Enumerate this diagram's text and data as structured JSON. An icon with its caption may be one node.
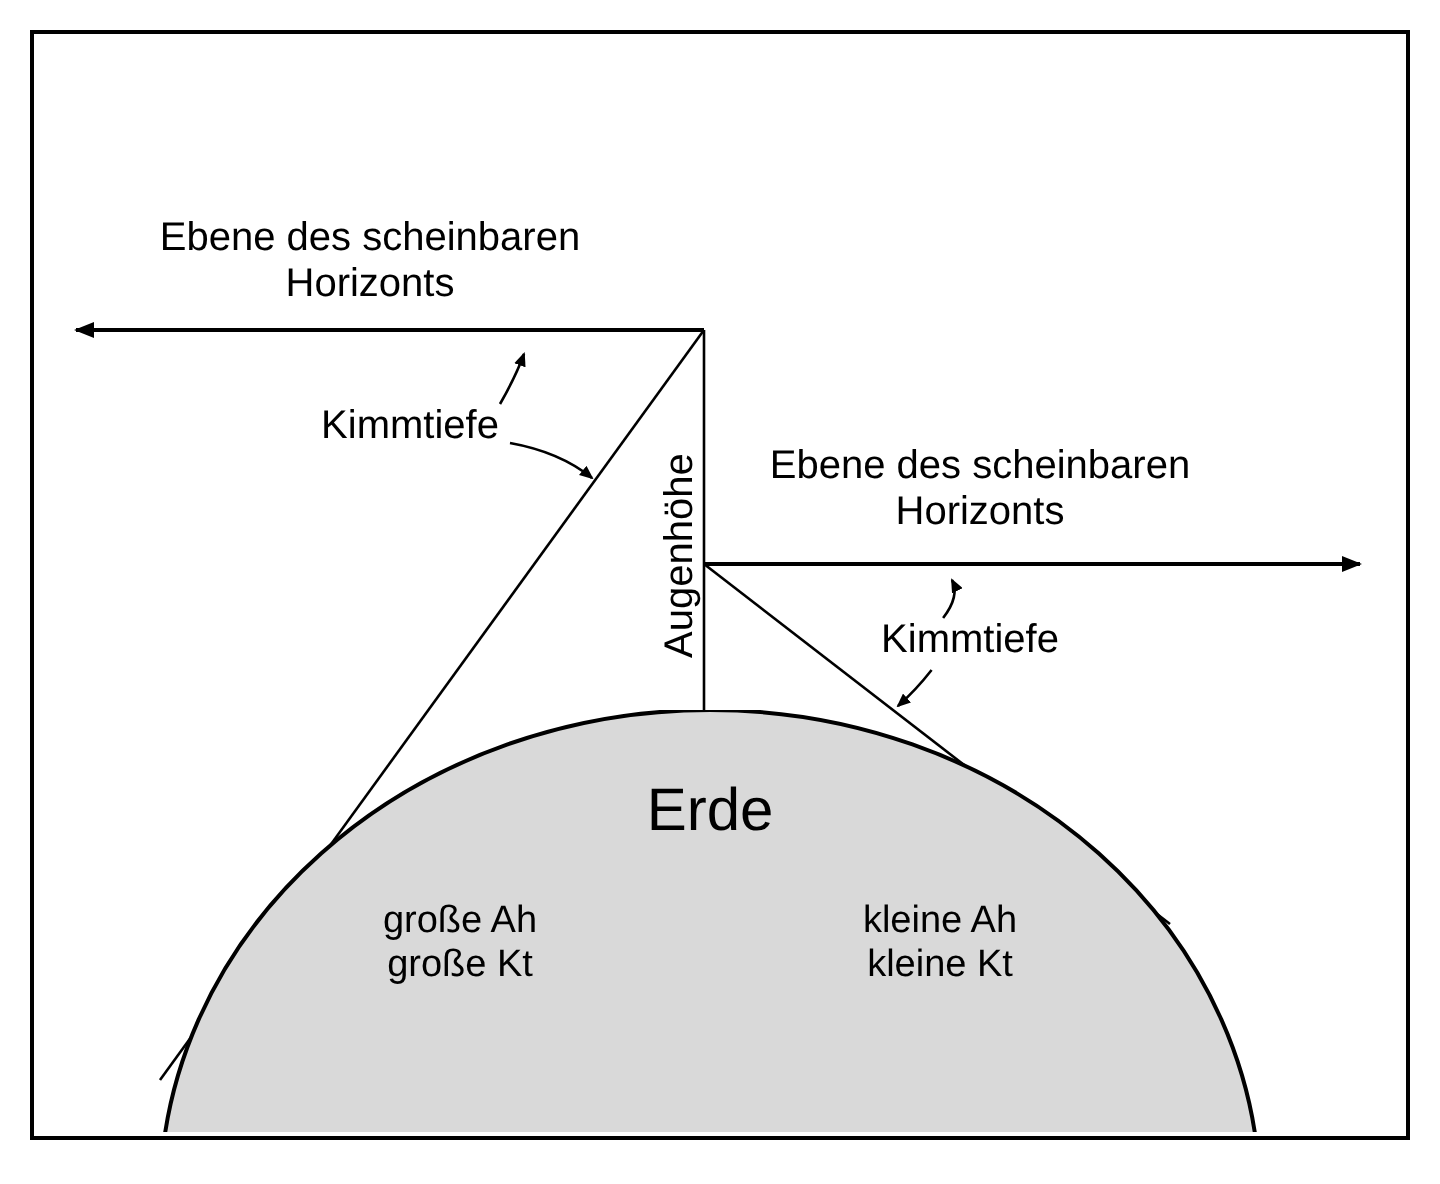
{
  "diagram": {
    "nodes": [
      {
        "text": [
          "Erde"
        ]
      },
      {
        "text": [
          "große Ah große Kt"
        ],
        "in": 0
      },
      {
        "text": [
          "kleine Ah kleine Kt"
        ],
        "in": 0
      },
      {
        "text": [
          "Kimmtiefe"
        ]
      },
      {
        "text": [
          "Kimmtiefe"
        ]
      }
    ],
    "edges": [
      {
        "from": 3,
        "to": null,
        "arrow": "to"
      },
      {
        "from": 3,
        "to": null,
        "arrow": "to"
      },
      {
        "from": 4,
        "to": null,
        "arrow": "to"
      },
      {
        "from": 4,
        "to": null,
        "arrow": "to"
      }
    ],
    "labels": [
      "Ebene des scheinbaren Horizonts",
      "Augenhöhe",
      "Ebene des scheinbaren Horizonts"
    ]
  }
}
